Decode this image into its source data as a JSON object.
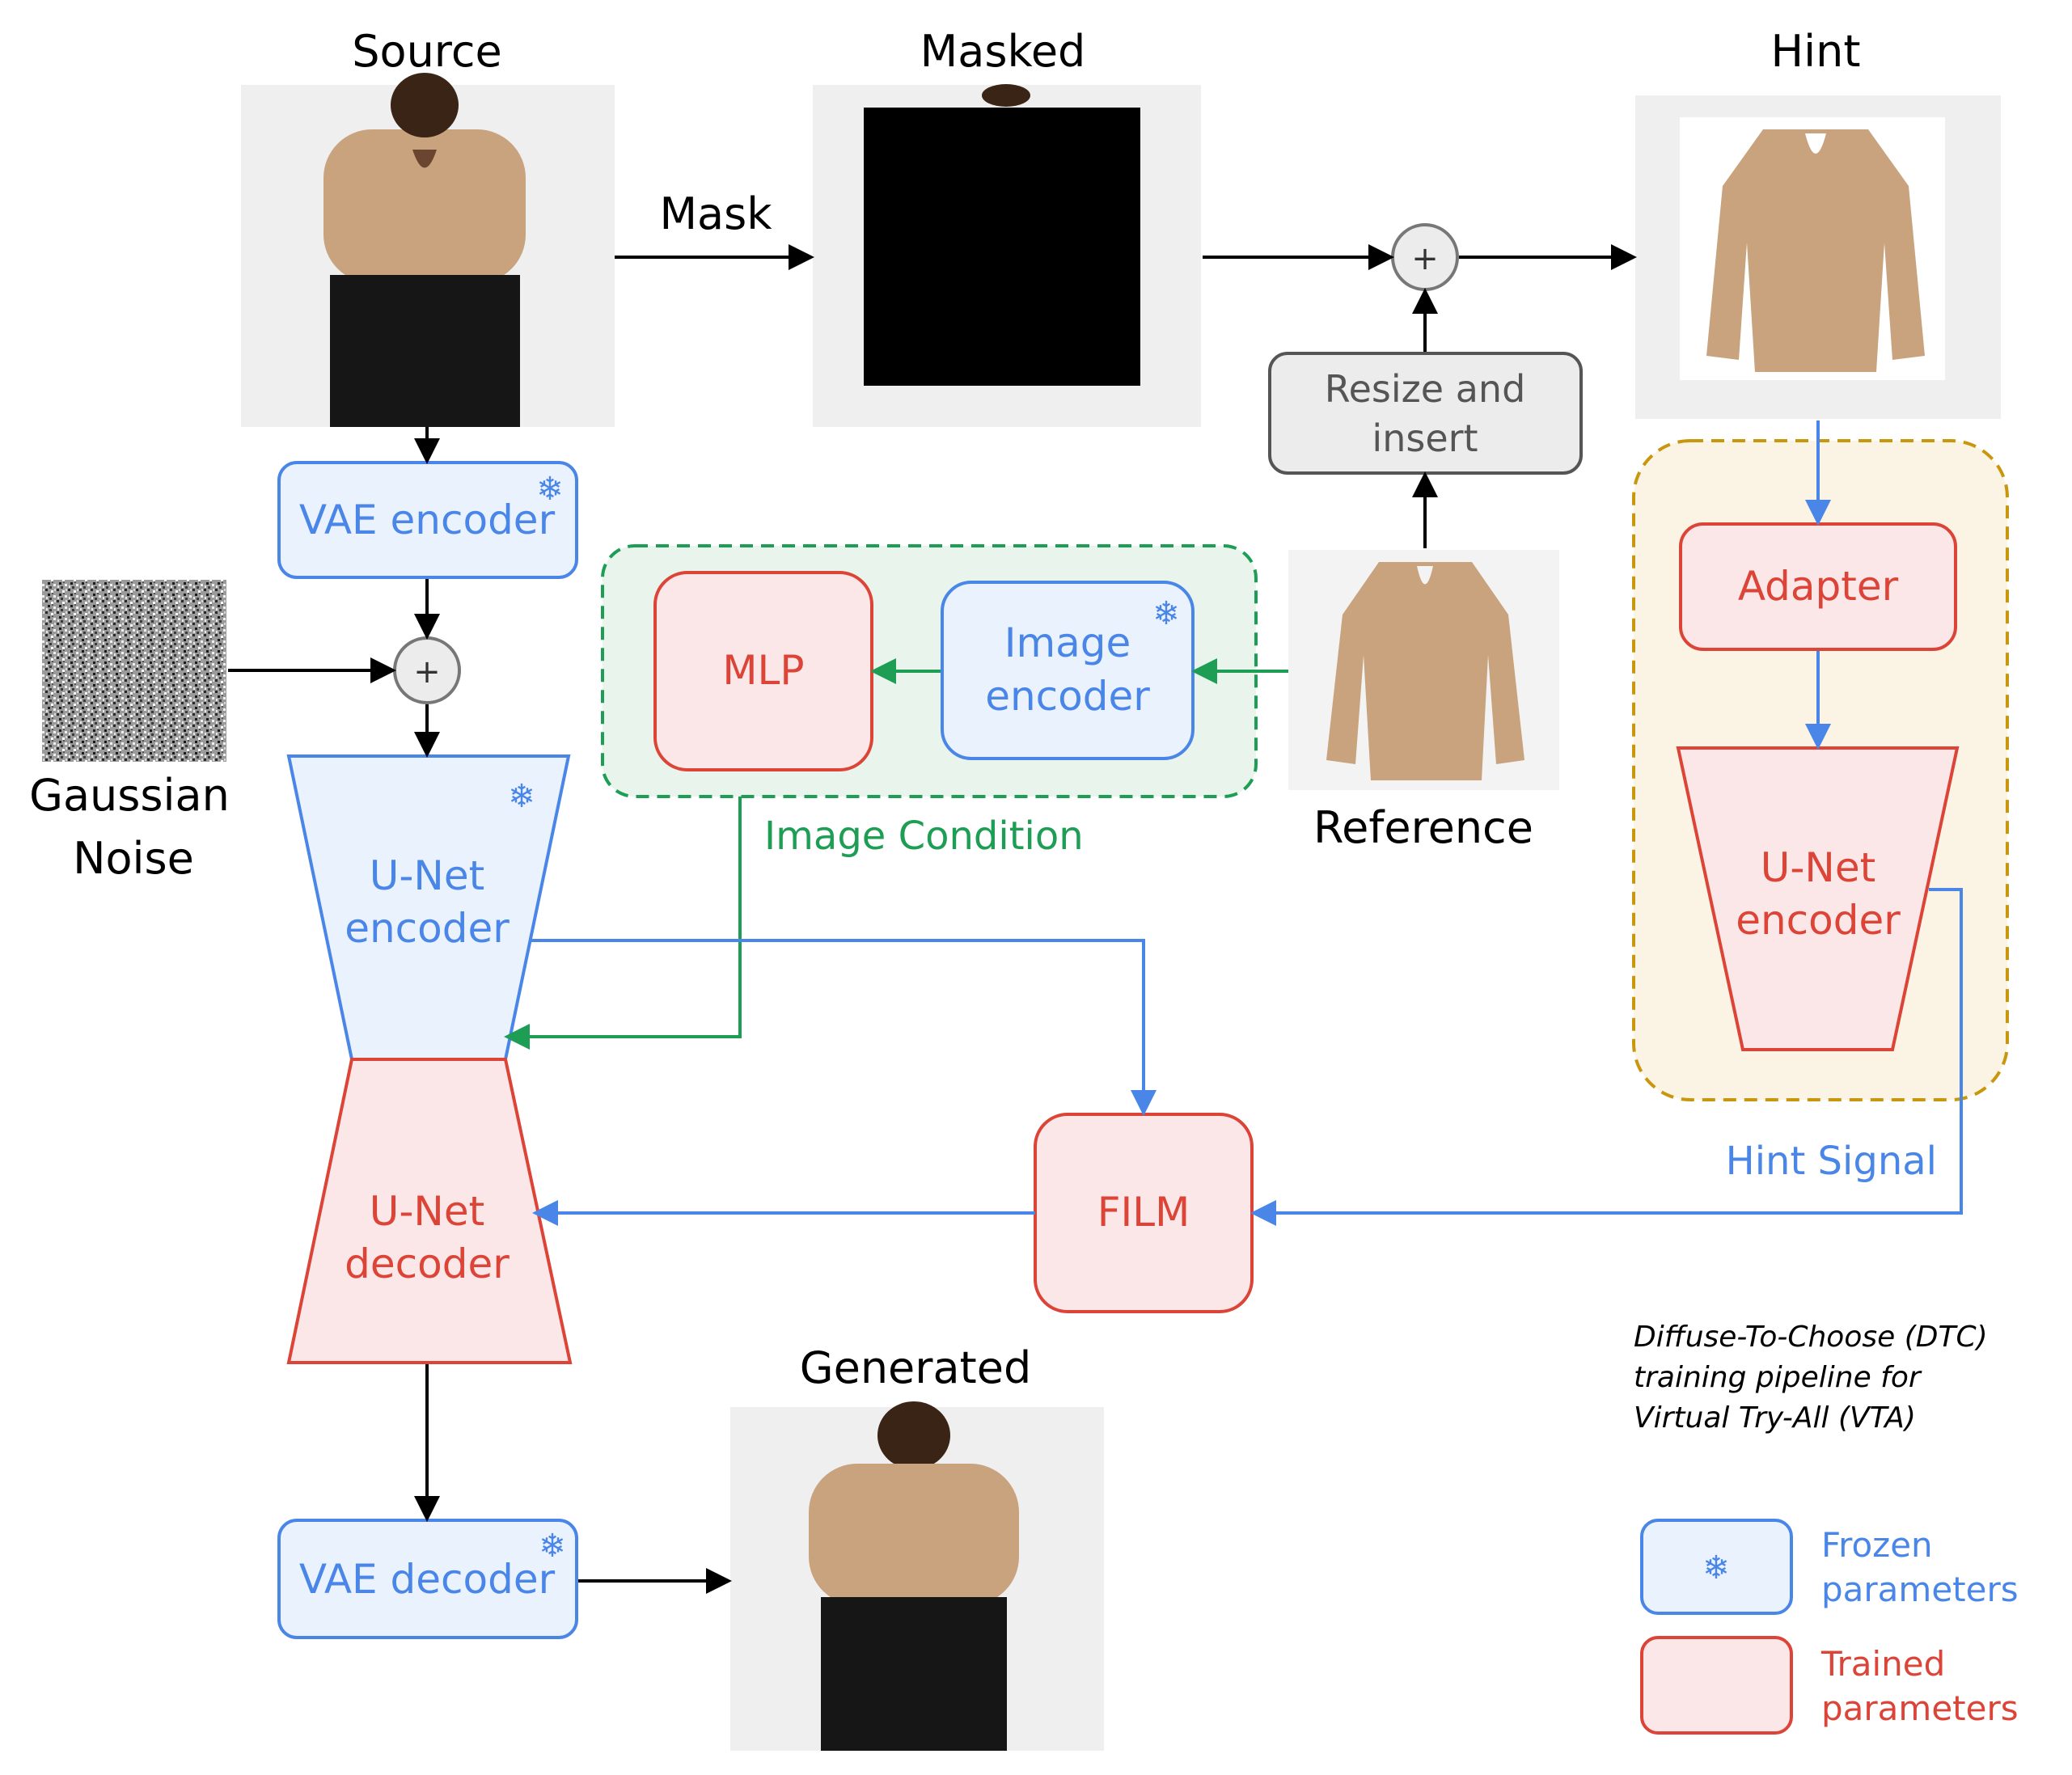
{
  "images": {
    "source_title": "Source",
    "masked_title": "Masked",
    "hint_title": "Hint",
    "reference_title": "Reference",
    "generated_title": "Generated",
    "noise_title_line1": "Gaussian",
    "noise_title_line2": "Noise"
  },
  "edges": {
    "mask_label": "Mask",
    "image_condition_label": "Image Condition",
    "hint_signal_label": "Hint Signal"
  },
  "blocks": {
    "vae_encoder": "VAE encoder",
    "vae_decoder": "VAE decoder",
    "unet_encoder_line1": "U-Net",
    "unet_encoder_line2": "encoder",
    "unet_decoder_line1": "U-Net",
    "unet_decoder_line2": "decoder",
    "mlp": "MLP",
    "image_encoder_line1": "Image",
    "image_encoder_line2": "encoder",
    "resize_line1": "Resize and",
    "resize_line2": "insert",
    "adapter": "Adapter",
    "hint_unet_line1": "U-Net",
    "hint_unet_line2": "encoder",
    "film": "FILM",
    "plus_symbol": "+"
  },
  "caption": {
    "line1": "Diffuse-To-Choose (DTC)",
    "line2": "training pipeline for",
    "line3": "Virtual Try-All (VTA)"
  },
  "legend": {
    "frozen_line1": "Frozen",
    "frozen_line2": "parameters",
    "trained_line1": "Trained",
    "trained_line2": "parameters",
    "snowflake_glyph": "❄"
  },
  "colors": {
    "frozen_stroke": "#4a86e8",
    "frozen_fill": "#eaf2fd",
    "trained_stroke": "#db4437",
    "trained_fill": "#fbe7e7",
    "condition_green": "#1e9e54",
    "hint_gold": "#c9970e",
    "text_dark": "#000000"
  }
}
